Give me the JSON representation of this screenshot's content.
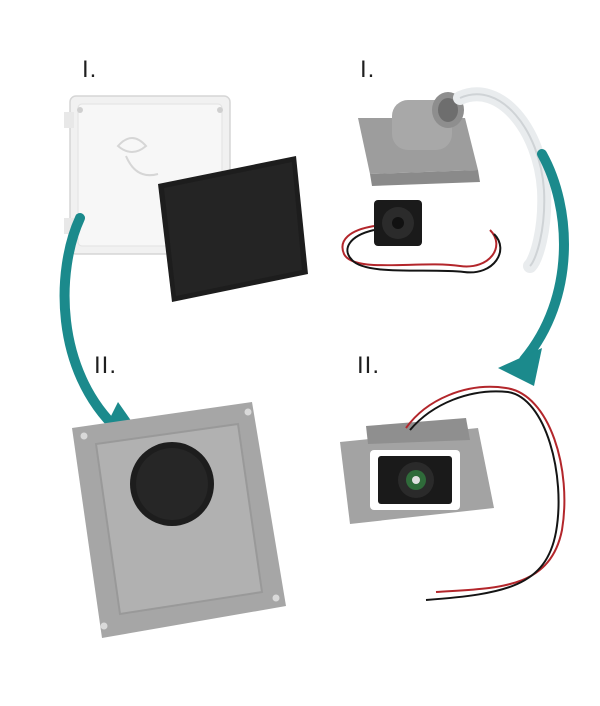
{
  "labels": {
    "left_step_1": "I.",
    "right_step_1": "I.",
    "left_step_2": "II.",
    "right_step_2": "II."
  },
  "colors": {
    "arrow_teal": "#1b8a8c",
    "gray_metal": "#a6a6a6",
    "white_plastic": "#f1f1f1",
    "black_foam": "#1d1d1d",
    "wire_red": "#b3262b",
    "wire_black": "#141414",
    "tube": "#e9ecee"
  },
  "icons": {
    "left_item_1": "white-filter-box",
    "left_item_1b": "black-foam-pad",
    "left_item_2": "metal-plate-with-filter",
    "right_item_1": "fan-duct-housing",
    "right_item_1b": "small-fan-with-wires",
    "right_item_1c": "flexible-tube",
    "right_item_2": "assembled-fan-in-plate"
  }
}
